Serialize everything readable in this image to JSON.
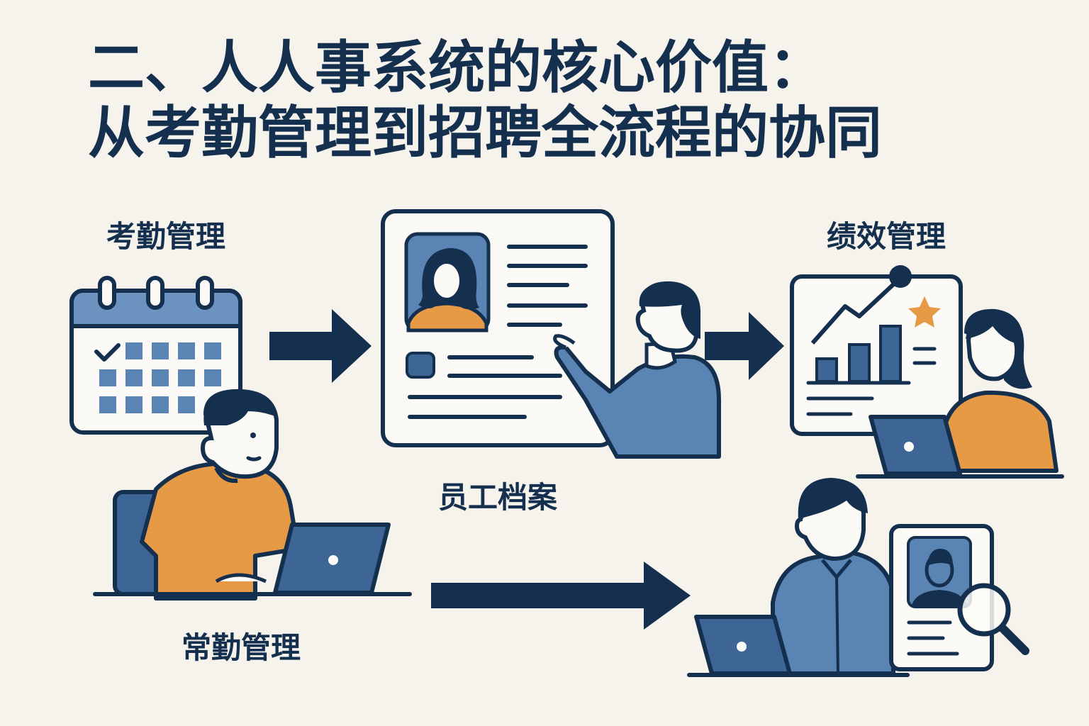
{
  "title": {
    "line1": "二、人人事系统的核心价值：",
    "line2": "从考勤管理到招聘全流程的协同"
  },
  "labels": {
    "attendance": "考勤管理",
    "employee_files": "员工档案",
    "performance": "绩效管理",
    "regular_attendance": "常勤管理"
  },
  "colors": {
    "navy": "#15304f",
    "blue": "#5a84b4",
    "light_blue": "#6d93c0",
    "orange": "#e79a45",
    "background": "#f6f3ec"
  },
  "icons": [
    "calendar-icon",
    "checkmark-icon",
    "profile-card-icon",
    "growth-chart-icon",
    "star-icon",
    "laptop-icon",
    "magnifier-icon",
    "arrow-icon"
  ]
}
